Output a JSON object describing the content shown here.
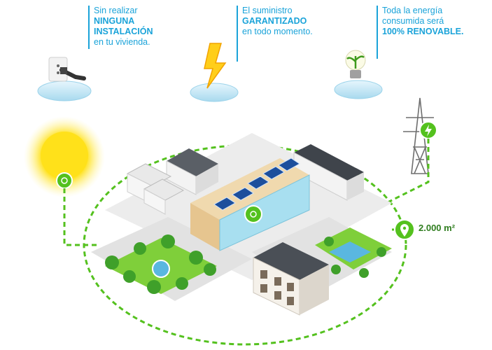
{
  "features": [
    {
      "line1": "Sin realizar",
      "line2": "NINGUNA",
      "line3": "INSTALACIÓN",
      "line4": "en tu vivienda."
    },
    {
      "line1": "El suministro",
      "line2": "GARANTIZADO",
      "line3": "en todo momento.",
      "line4": ""
    },
    {
      "line1": "Toda la energía",
      "line2": "consumida será",
      "line3": "100% RENOVABLE.",
      "line4": ""
    }
  ],
  "area_label": "2.000 m²",
  "icons": {
    "plug": "plug-icon",
    "lightning": "lightning-icon",
    "bulb": "plant-bulb-icon",
    "sun": "sun-icon",
    "tower": "power-tower-icon",
    "location": "location-pin-icon"
  },
  "colors": {
    "accent_blue": "#1aa3d9",
    "energy_green": "#54c11e",
    "sun_yellow": "#ffe11a"
  }
}
